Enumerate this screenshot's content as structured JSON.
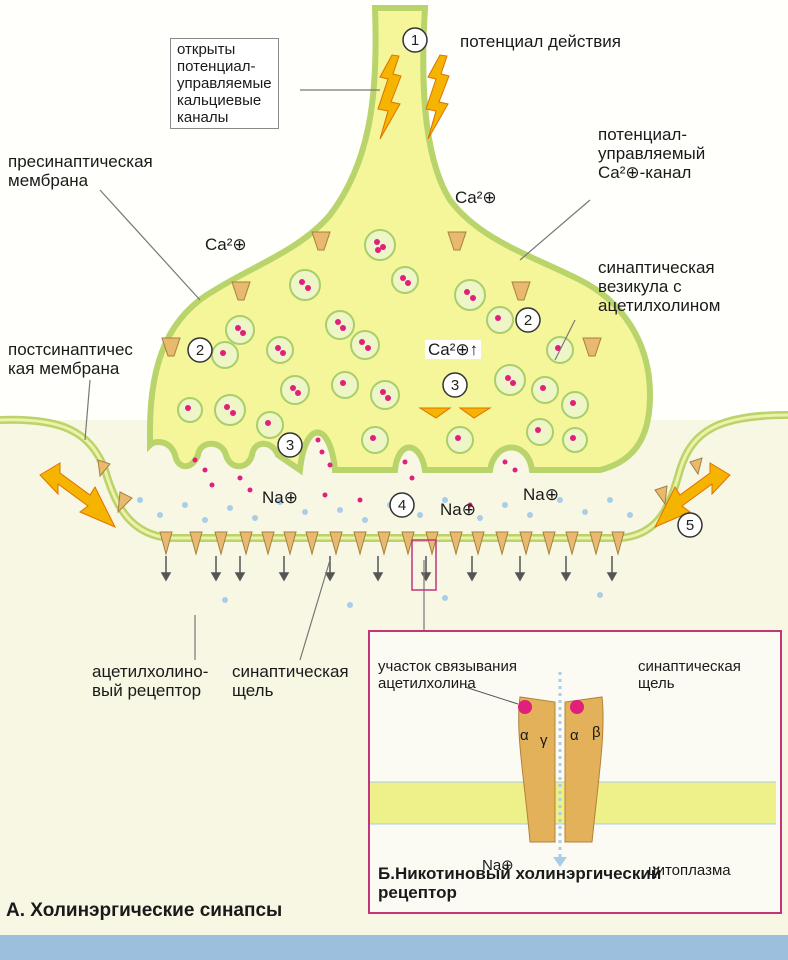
{
  "labels": {
    "action_potential": "потенциал действия",
    "open_channels": "открыты\nпотенциал-\nуправляемые\nкальциевые\nканалы",
    "presynaptic_membrane": "пресинаптическая\nмембрана",
    "voltage_channel": "потенциал-\nуправляемый\nCa²⊕-канал",
    "vesicle": "синаптическая\nвезикула с\nацетилхолином",
    "postsynaptic_membrane": "постсинаптичес\nкая мембрана",
    "ca_left": "Ca²⊕",
    "ca_top": "Ca²⊕",
    "ca_center": "Ca²⊕↑",
    "na_left": "Na⊕",
    "na_mid": "Na⊕",
    "na_right": "Na⊕",
    "receptor": "ацетилхолино-\nвый рецептор",
    "cleft": "синаптическая\nщель",
    "binding_site": "участок связывания\nацетилхолина",
    "inset_cleft": "синаптическая\nщель",
    "cytoplasm": "цитоплазма",
    "na_inset": "Na⊕",
    "greek_alpha1": "α",
    "greek_gamma": "γ",
    "greek_alpha2": "α",
    "greek_beta": "β",
    "inset_title": "Б.Никотиновый холинэргический\nрецептор",
    "caption": "А. Холинэргические синапсы"
  },
  "step_numbers": [
    "1",
    "2",
    "2",
    "3",
    "3",
    "4",
    "5"
  ],
  "colors": {
    "cytoplasm": "#f5f59a",
    "membrane": "#b8d46a",
    "acetylcholine": "#e0207a",
    "channel": "#e8b96e",
    "arrow": "#f5b400",
    "inset_border": "#c2357d"
  }
}
